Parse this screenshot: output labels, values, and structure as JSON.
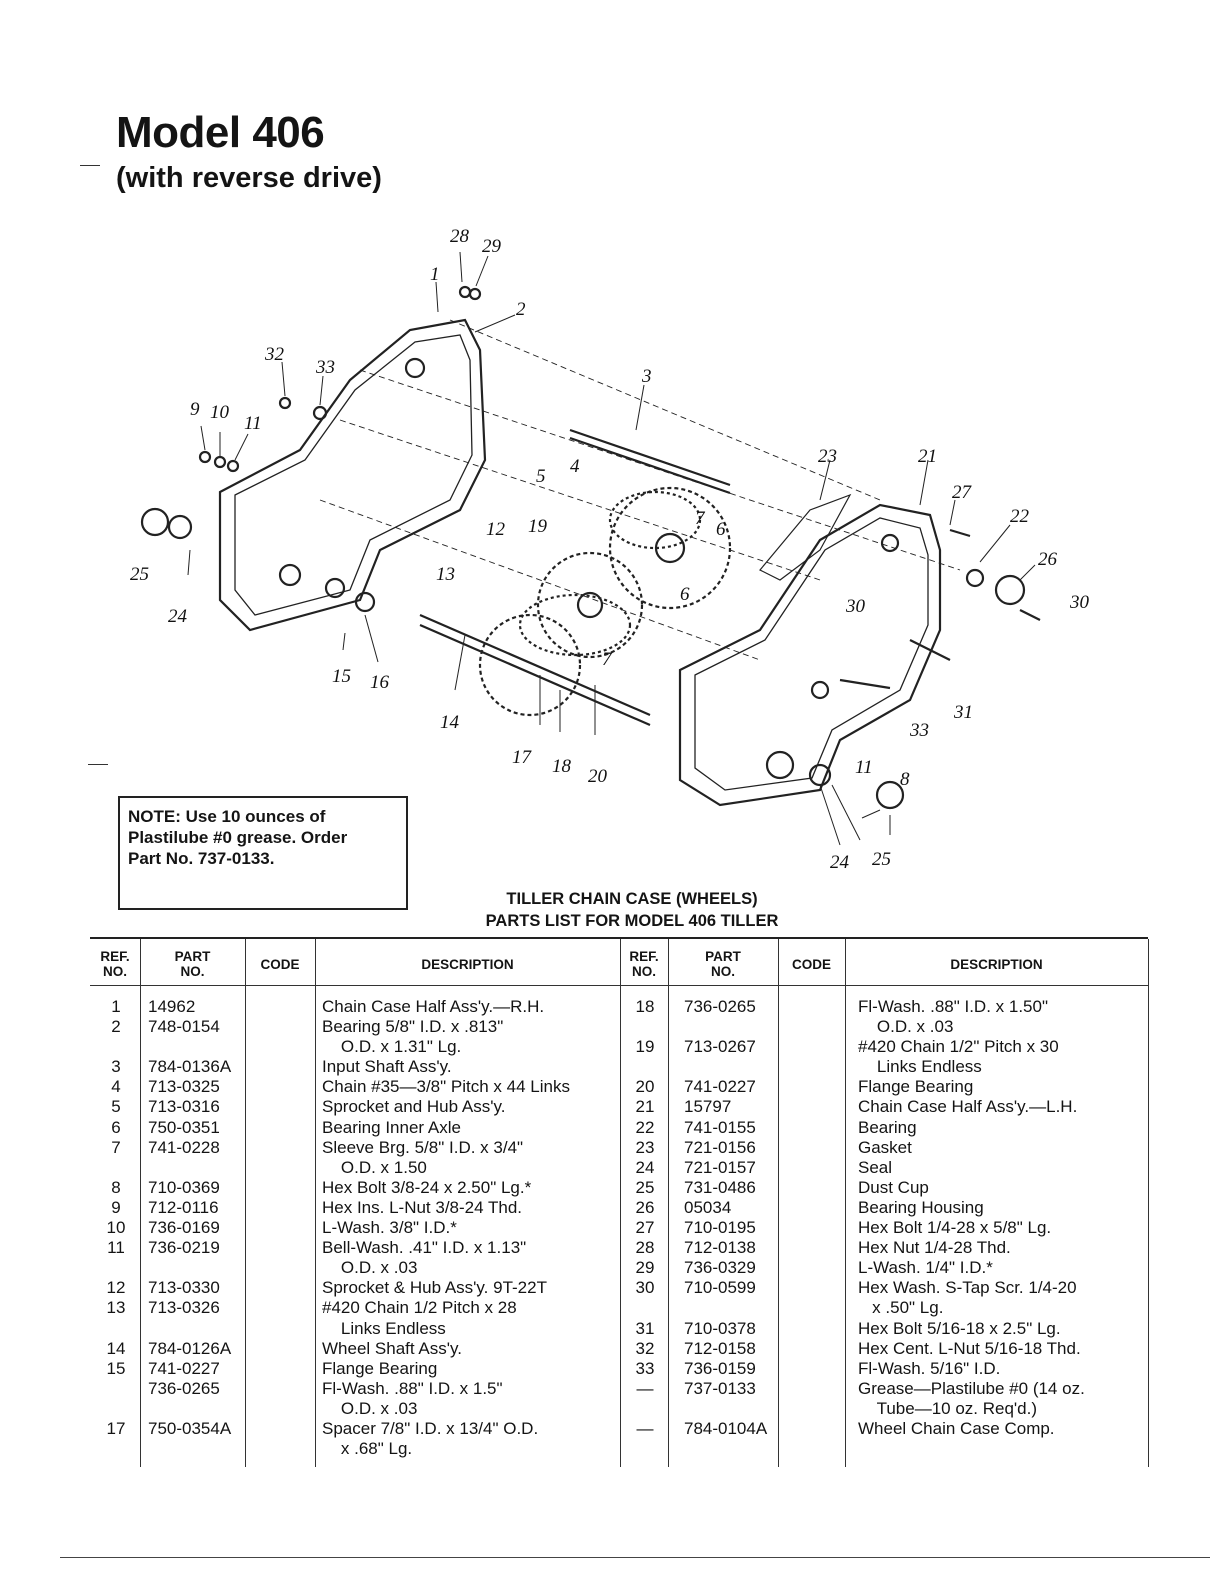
{
  "page": {
    "title": "Model 406",
    "subtitle": "(with reverse drive)"
  },
  "diagram": {
    "callouts": [
      "28",
      "29",
      "1",
      "2",
      "3",
      "32",
      "33",
      "9",
      "10",
      "11",
      "4",
      "5",
      "19",
      "12",
      "7",
      "6",
      "23",
      "21",
      "27",
      "22",
      "26",
      "30",
      "25",
      "24",
      "13",
      "6",
      "30",
      "15",
      "16",
      "14",
      "17",
      "18",
      "20",
      "7",
      "31",
      "33",
      "11",
      "8",
      "24",
      "25"
    ]
  },
  "note": {
    "text_line1": "NOTE: Use 10 ounces of",
    "text_line2": "Plastilube #0 grease. Order",
    "text_line3": "Part No. 737-0133."
  },
  "table": {
    "heading": "TILLER CHAIN CASE (WHEELS)",
    "subheading": "PARTS LIST FOR MODEL 406 TILLER",
    "headers": {
      "ref1": "REF.",
      "ref2": "NO.",
      "part1": "PART",
      "part2": "NO.",
      "code": "CODE",
      "description": "DESCRIPTION"
    },
    "left_ref": [
      "1",
      "2",
      "",
      "3",
      "4",
      "5",
      "6",
      "7",
      "",
      "8",
      "9",
      "10",
      "11",
      "",
      "12",
      "13",
      "",
      "14",
      "15",
      "",
      "",
      "17",
      ""
    ],
    "left_part": [
      "14962",
      "748-0154",
      "",
      "784-0136A",
      "713-0325",
      "713-0316",
      "750-0351",
      "741-0228",
      "",
      "710-0369",
      "712-0116",
      "736-0169",
      "736-0219",
      "",
      "713-0330",
      "713-0326",
      "",
      "784-0126A",
      "741-0227",
      "736-0265",
      "",
      "750-0354A",
      ""
    ],
    "left_desc": [
      "Chain Case Half Ass'y.—R.H.",
      "Bearing 5/8\" I.D. x .813\"",
      "    O.D. x 1.31\" Lg.",
      "Input Shaft Ass'y.",
      "Chain #35—3/8\" Pitch x 44 Links",
      "Sprocket and Hub Ass'y.",
      "Bearing Inner Axle",
      "Sleeve Brg. 5/8\" I.D. x 3/4\"",
      "    O.D. x 1.50",
      "Hex Bolt 3/8-24 x 2.50\" Lg.*",
      "Hex Ins. L-Nut 3/8-24 Thd.",
      "L-Wash. 3/8\" I.D.*",
      "Bell-Wash. .41\" I.D. x 1.13\"",
      "    O.D. x .03",
      "Sprocket & Hub Ass'y. 9T-22T",
      "#420 Chain 1/2 Pitch x 28",
      "    Links Endless",
      "Wheel Shaft Ass'y.",
      "Flange Bearing",
      "Fl-Wash. .88\" I.D. x 1.5\"",
      "    O.D. x .03",
      "Spacer 7/8\" I.D. x 13/4\" O.D.",
      "    x .68\" Lg."
    ],
    "right_ref": [
      "18",
      "",
      "19",
      "",
      "20",
      "21",
      "22",
      "23",
      "24",
      "25",
      "26",
      "27",
      "28",
      "29",
      "30",
      "",
      "31",
      "32",
      "33",
      "—",
      "",
      "—"
    ],
    "right_part": [
      "736-0265",
      "",
      "713-0267",
      "",
      "741-0227",
      "15797",
      "741-0155",
      "721-0156",
      "721-0157",
      "731-0486",
      "05034",
      "710-0195",
      "712-0138",
      "736-0329",
      "710-0599",
      "",
      "710-0378",
      "712-0158",
      "736-0159",
      "737-0133",
      "",
      "784-0104A"
    ],
    "right_desc": [
      "Fl-Wash. .88\" I.D. x 1.50\"",
      "    O.D. x .03",
      "#420 Chain 1/2\" Pitch x 30",
      "    Links Endless",
      "Flange Bearing",
      "Chain Case Half Ass'y.—L.H.",
      "Bearing",
      "Gasket",
      "Seal",
      "Dust Cup",
      "Bearing Housing",
      "Hex Bolt 1/4-28 x 5/8\" Lg.",
      "Hex Nut 1/4-28 Thd.",
      "L-Wash. 1/4\" I.D.*",
      "Hex Wash. S-Tap Scr. 1/4-20",
      "   x .50\" Lg.",
      "Hex Bolt 5/16-18 x 2.5\" Lg.",
      "Hex Cent. L-Nut 5/16-18 Thd.",
      "Fl-Wash. 5/16\" I.D.",
      "Grease—Plastilube #0 (14 oz.",
      "    Tube—10 oz. Req'd.)",
      "Wheel Chain Case Comp."
    ]
  }
}
